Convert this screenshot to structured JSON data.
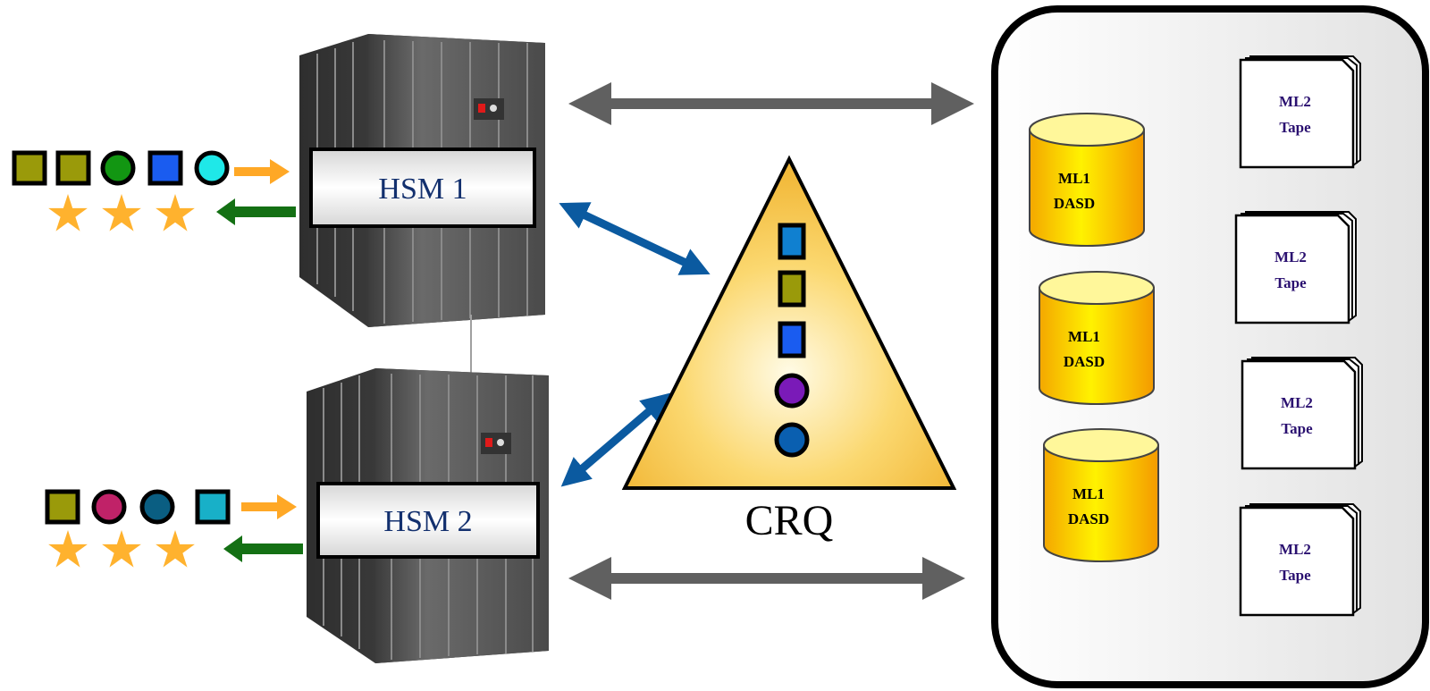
{
  "servers": [
    {
      "label": "HSM 1"
    },
    {
      "label": "HSM 2"
    }
  ],
  "queue": {
    "label": "CRQ",
    "items": [
      {
        "shape": "square",
        "color": "#1080d0"
      },
      {
        "shape": "square",
        "color": "#9a9a0a"
      },
      {
        "shape": "square",
        "color": "#1a5cf0"
      },
      {
        "shape": "circle",
        "color": "#7a1ab8"
      },
      {
        "shape": "circle",
        "color": "#0a5fb0"
      }
    ]
  },
  "requests_hsm1": [
    {
      "shape": "square",
      "color": "#9a9a0a"
    },
    {
      "shape": "square",
      "color": "#9a9a0a"
    },
    {
      "shape": "circle",
      "color": "#129612"
    },
    {
      "shape": "square",
      "color": "#1a5cf0"
    },
    {
      "shape": "circle",
      "color": "#1fe8e8"
    }
  ],
  "requests_hsm2": [
    {
      "shape": "square",
      "color": "#9a9a0a"
    },
    {
      "shape": "circle",
      "color": "#c02268"
    },
    {
      "shape": "circle",
      "color": "#0a5e82"
    },
    {
      "shape": "square",
      "color": "#18b0c8"
    }
  ],
  "results_hsm1": {
    "count": 3,
    "color": "#ffb22e"
  },
  "results_hsm2": {
    "count": 3,
    "color": "#ffb22e"
  },
  "storage": {
    "ml1": [
      {
        "line1": "ML1",
        "line2": "DASD"
      },
      {
        "line1": "ML1",
        "line2": "DASD"
      },
      {
        "line1": "ML1",
        "line2": "DASD"
      }
    ],
    "ml2": [
      {
        "line1": "ML2",
        "line2": "Tape"
      },
      {
        "line1": "ML2",
        "line2": "Tape"
      },
      {
        "line1": "ML2",
        "line2": "Tape"
      },
      {
        "line1": "ML2",
        "line2": "Tape"
      }
    ]
  },
  "colors": {
    "inbound_arrow": "#ffa826",
    "outbound_arrow": "#147014",
    "queue_link": "#0b5aa0",
    "storage_link": "#606060",
    "server_label_text": "#13306e",
    "tape_label_text": "#2a1070"
  }
}
